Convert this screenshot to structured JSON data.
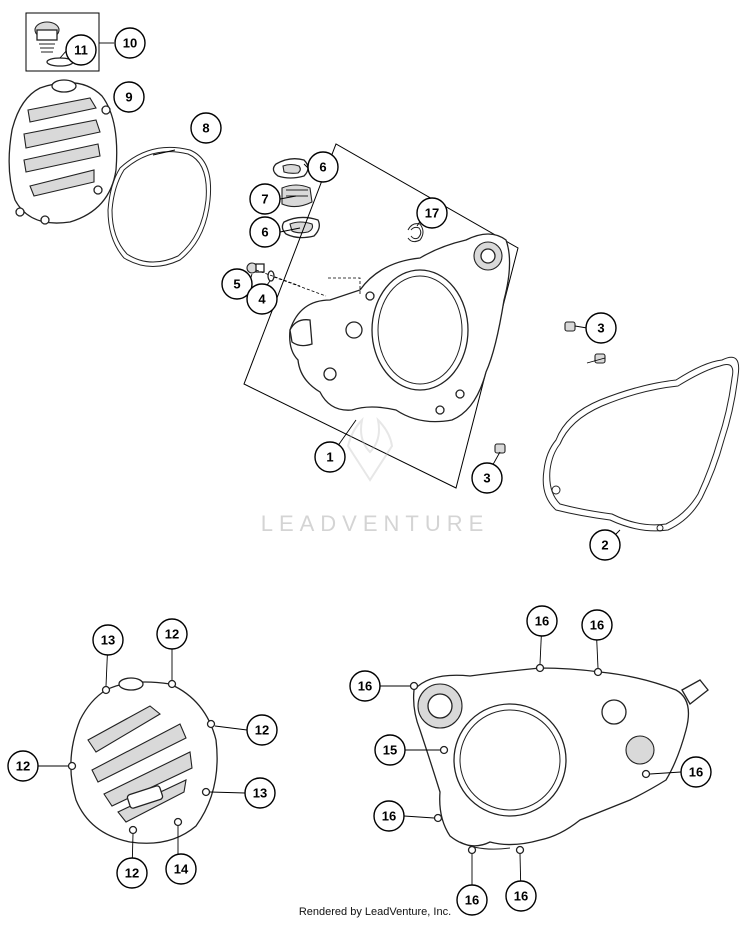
{
  "watermark": {
    "text": "LEADVENTURE"
  },
  "footer": {
    "credit": "Rendered by LeadVenture, Inc."
  },
  "callouts": {
    "c10": "10",
    "c11": "11",
    "c9": "9",
    "c8": "8",
    "c6a": "6",
    "c7": "7",
    "c6b": "6",
    "c5": "5",
    "c4": "4",
    "c17": "17",
    "c1": "1",
    "c3a": "3",
    "c3b": "3",
    "c2": "2",
    "c13a": "13",
    "c12a": "12",
    "c12b": "12",
    "c12c": "12",
    "c13b": "13",
    "c12d": "12",
    "c14": "14",
    "c16a": "16",
    "c16b": "16",
    "c16c": "16",
    "c15": "15",
    "c16d": "16",
    "c16e": "16",
    "c16f": "16",
    "c16g": "16"
  },
  "colors": {
    "line": "#222222",
    "shade": "#d9d9d9",
    "watermark": "#d4d4d4"
  }
}
